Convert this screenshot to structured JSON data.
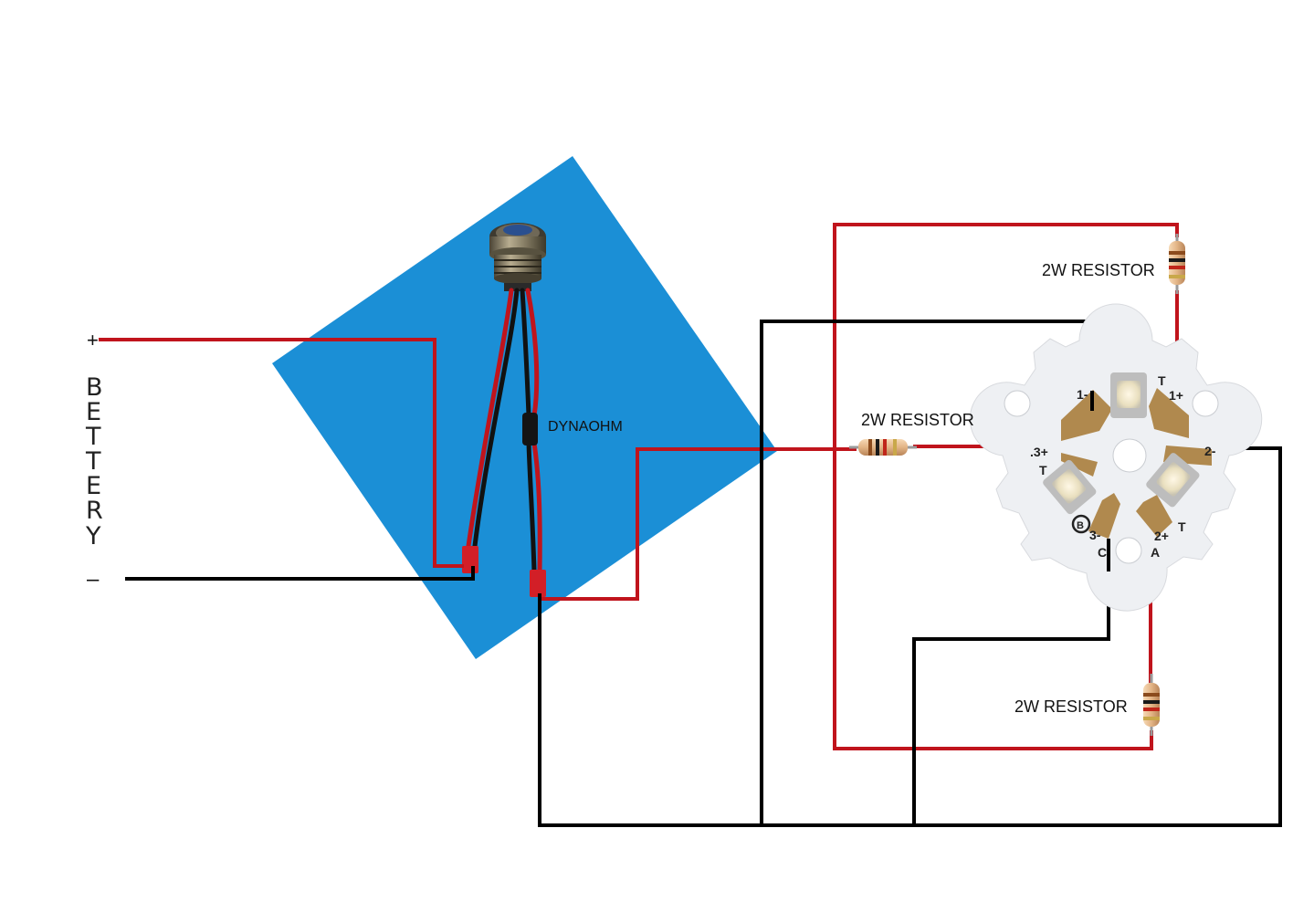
{
  "battery": {
    "plus": "+",
    "minus": "–",
    "letters": [
      "B",
      "E",
      "T",
      "T",
      "E",
      "R",
      "Y"
    ]
  },
  "dynaohm": {
    "label": "DYNAOHM"
  },
  "resistors": {
    "top": "2W RESISTOR",
    "middle": "2W RESISTOR",
    "bottom": "2W RESISTOR"
  },
  "star": {
    "pads": {
      "one_minus": "1-",
      "one_plus": "1+",
      "two_minus": "2-",
      "two_plus": "2+",
      "three_minus": "3-",
      "three_plus": ".3+",
      "t_top": "T",
      "t_left": "T",
      "t_right": "T",
      "c": "C",
      "a": "A",
      "b": "B"
    }
  },
  "colors": {
    "red_wire": "#c0141c",
    "black_wire": "#000000",
    "blue_panel": "#1b8fd6",
    "pcb": "#eef0f3",
    "pad": "#b0894e"
  }
}
